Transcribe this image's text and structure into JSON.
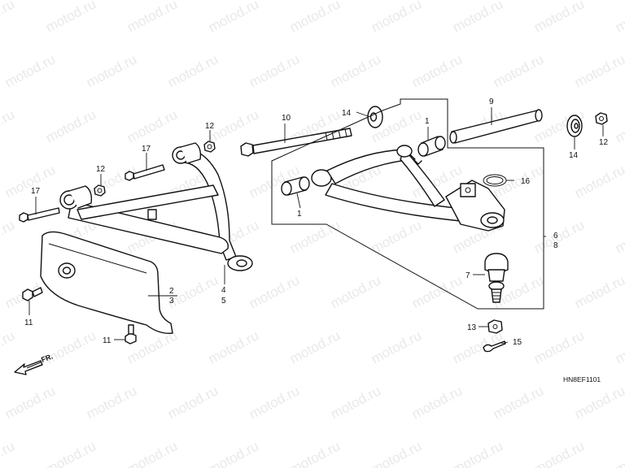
{
  "watermark": "motod.ru",
  "diagram_code": "HN8EF1101",
  "direction_label": "FR.",
  "callouts": {
    "c1a": "1",
    "c1b": "1",
    "c2": "2",
    "c3": "3",
    "c4": "4",
    "c5": "5",
    "c6": "6",
    "c7": "7",
    "c8": "8",
    "c9": "9",
    "c10": "10",
    "c11a": "11",
    "c11b": "11",
    "c12a": "12",
    "c12b": "12",
    "c12c": "12",
    "c13": "13",
    "c14a": "14",
    "c14b": "14",
    "c15": "15",
    "c16": "16",
    "c17a": "17",
    "c17b": "17"
  }
}
